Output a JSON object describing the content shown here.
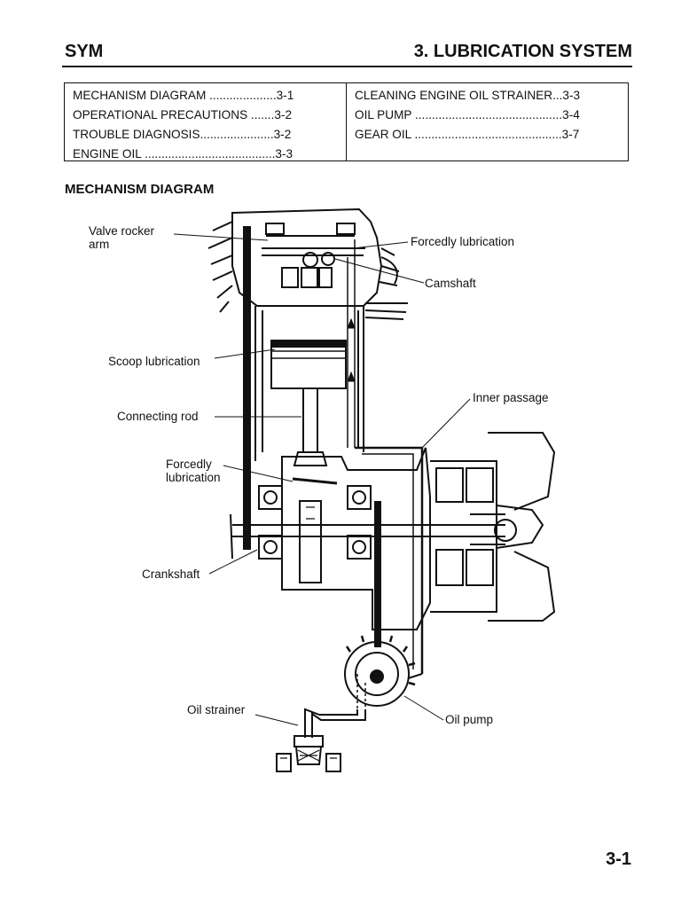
{
  "header": {
    "brand": "SYM",
    "chapter": "3. LUBRICATION SYSTEM"
  },
  "toc": {
    "left": [
      "MECHANISM DIAGRAM ....................3-1",
      "OPERATIONAL PRECAUTIONS .......3-2",
      "TROUBLE DIAGNOSIS......................3-2",
      "ENGINE OIL .......................................3-3"
    ],
    "right": [
      "CLEANING ENGINE OIL STRAINER...3-3",
      "OIL PUMP ............................................3-4",
      "GEAR OIL ............................................3-7"
    ]
  },
  "section_title": "MECHANISM DIAGRAM",
  "labels": {
    "valve_rocker_arm": "Valve rocker arm",
    "forcedly_lubrication_top": "Forcedly lubrication",
    "camshaft": "Camshaft",
    "scoop_lubrication": "Scoop lubrication",
    "inner_passage": "Inner passage",
    "connecting_rod": "Connecting rod",
    "forcedly_lubrication_mid": "Forcedly lubrication",
    "crankshaft": "Crankshaft",
    "oil_strainer": "Oil strainer",
    "oil_pump": "Oil pump"
  },
  "page_number": "3-1"
}
